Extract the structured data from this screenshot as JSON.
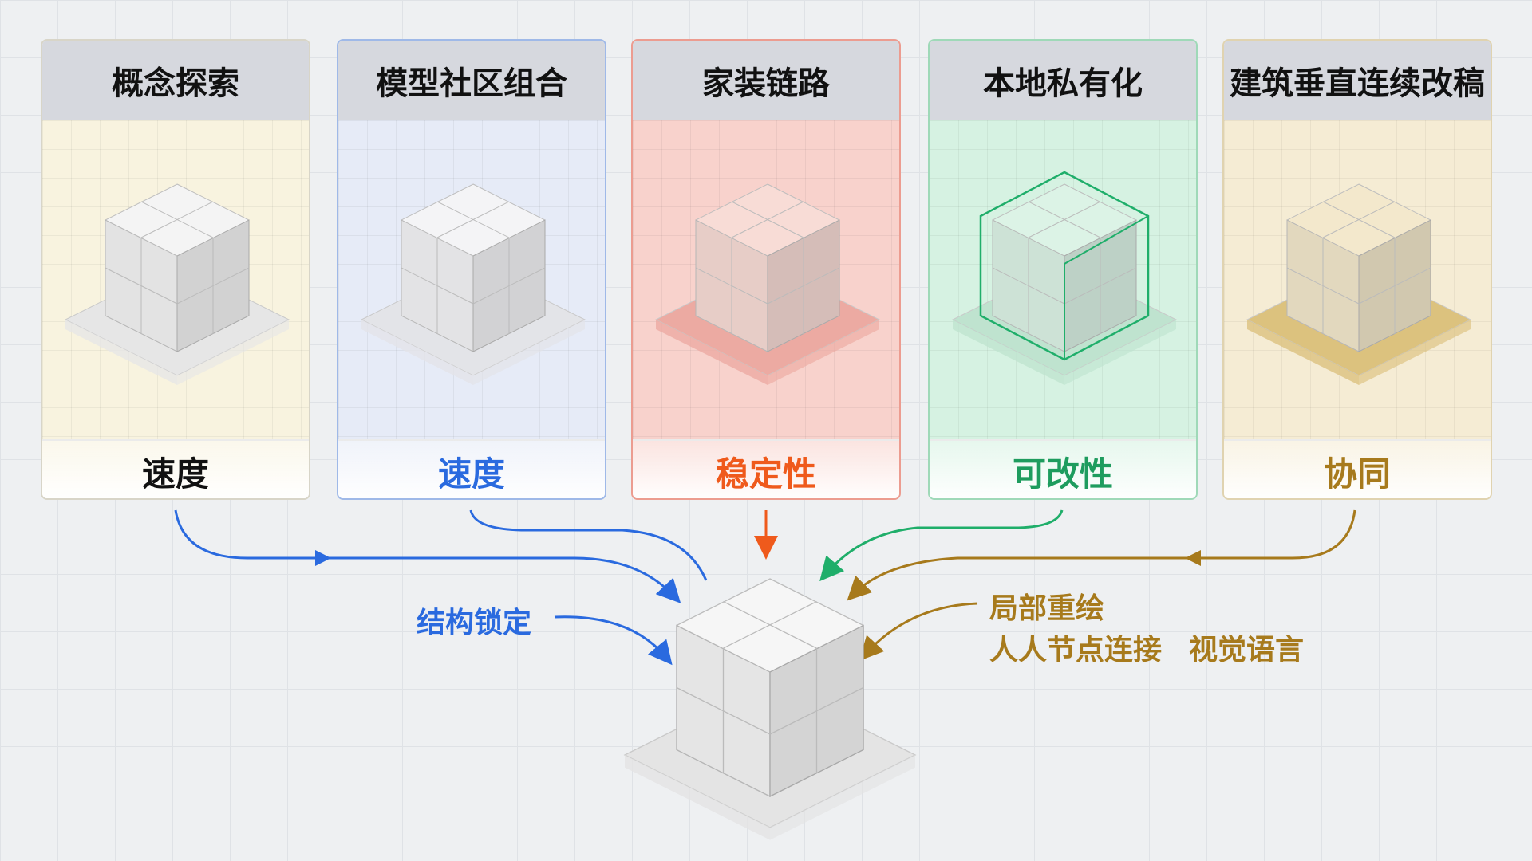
{
  "columns": [
    {
      "title": "概念探索",
      "label": "速度",
      "tint": "#f8f3df",
      "border": "#d8d5c8",
      "label_color": "#111111",
      "cube_color": "#f4f4f4",
      "base_color": "#e6e6e6"
    },
    {
      "title": "模型社区组合",
      "label": "速度",
      "tint": "#e6ebf7",
      "border": "#9fb9e8",
      "label_color": "#2a6adf",
      "cube_color": "#f4f4f6",
      "base_color": "#e3e4e8"
    },
    {
      "title": "家装链路",
      "label": "稳定性",
      "tint": "#f8d2cc",
      "border": "#ec9c90",
      "label_color": "#ef5a1c",
      "cube_color": "#f8dcd6",
      "base_color": "#ecaaa2"
    },
    {
      "title": "本地私有化",
      "label": "可改性",
      "tint": "#d6f2e2",
      "border": "#9fd9b8",
      "label_color": "#1e9c5e",
      "cube_color": "#dcf3e6",
      "base_color": "#bfe3cf"
    },
    {
      "title": "建筑垂直连续改稿",
      "label": "协同",
      "tint": "#f5ecd4",
      "border": "#e0d3b0",
      "label_color": "#a77a1c",
      "cube_color": "#f3e8cc",
      "base_color": "#dcc27e"
    }
  ],
  "annotations": {
    "structure_lock": "结构锁定",
    "local_redraw": "局部重绘",
    "node_connect": "人人节点连接",
    "visual_language": "视觉语言"
  },
  "colors": {
    "blue": "#2a6adf",
    "orange": "#ef5a1c",
    "green": "#1fae6a",
    "gold": "#a77a1c"
  }
}
